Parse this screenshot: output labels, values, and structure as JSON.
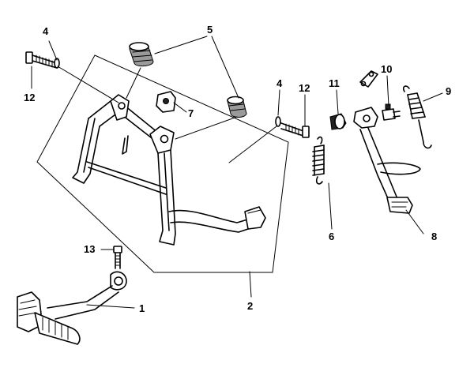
{
  "labels": {
    "l1": "1",
    "l2": "2",
    "l4a": "4",
    "l4b": "4",
    "l5": "5",
    "l6": "6",
    "l7": "7",
    "l8": "8",
    "l9": "9",
    "l10": "10",
    "l11": "11",
    "l12a": "12",
    "l12b": "12",
    "l13": "13"
  }
}
